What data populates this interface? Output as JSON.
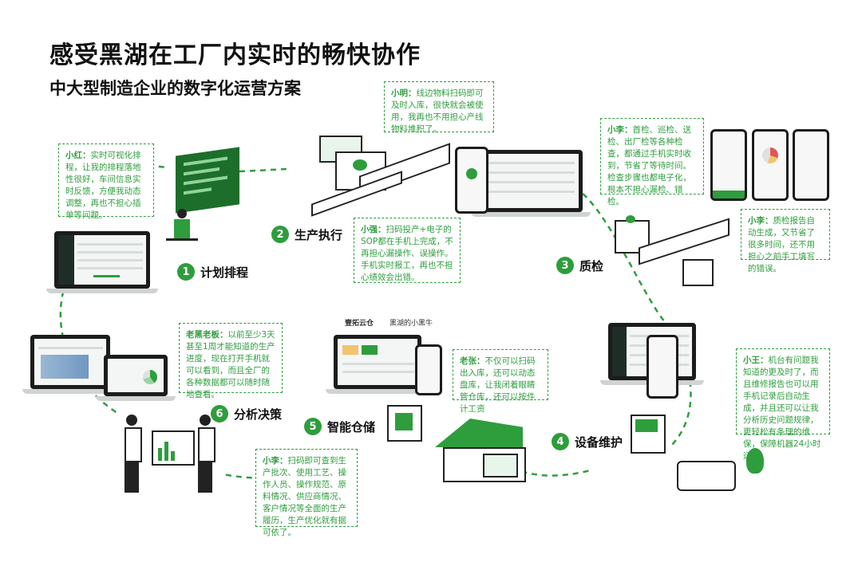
{
  "title": "感受黑湖在工厂内实时的畅快协作",
  "subtitle": "中大型制造企业的数字化运营方案",
  "steps": [
    {
      "num": "1",
      "label": "计划排程"
    },
    {
      "num": "2",
      "label": "生产执行"
    },
    {
      "num": "3",
      "label": "质检"
    },
    {
      "num": "4",
      "label": "设备维护"
    },
    {
      "num": "5",
      "label": "智能仓储"
    },
    {
      "num": "6",
      "label": "分析决策"
    }
  ],
  "bubbles": {
    "xiaohong": {
      "who": "小红：",
      "text": "实时可视化排程，让我的排程落地性很好，车间信息实时反馈，方便我动态调整，再也不担心插单等问题。"
    },
    "xiaoming": {
      "who": "小明：",
      "text": "线边物料扫码即可及时入库，很快就会被使用，我再也不用担心产线物料堆积了。"
    },
    "xiaoqiang": {
      "who": "小强：",
      "text": "扫码投产+电子的SOP都在手机上完成，不再担心漏操作、误操作。手机实时报工，再也不担心绩效会出错。"
    },
    "xiaoli_qc": {
      "who": "小李：",
      "text": "首检、巡检、送检、出厂检等各种检查，都通过手机实时收到，节省了等待时间。检查步骤也都电子化，根本不担心漏检、错检。"
    },
    "xiaoli_report": {
      "who": "小李：",
      "text": "质检报告自动生成，又节省了很多时间，还不用担心之前手工填写的错误。"
    },
    "xiaowang": {
      "who": "小王：",
      "text": "机台有问题我知道的更及时了，而且维修报告也可以用手机记录后自动生成，并且还可以让我分析历史问题规律，更轻松有条理的维保，保障机器24小时运转。"
    },
    "laozhang": {
      "who": "老张：",
      "text": "不仅可以扫码出入库，还可以动态盘库，让我闭着眼睛管仓库，还可以按件计工资"
    },
    "laohei": {
      "who": "老黑老板：",
      "text": "以前至少3天甚至1周才能知道的生产进度，现在打开手机就可以看到，而且全厂的各种数据都可以随时随地查看。"
    },
    "xiaoli_trace": {
      "who": "小李：",
      "text": "扫码即可查到生产批次、使用工艺、操作人员、操作规范、原料情况、供应商情况、客户情况等全面的生产履历，生产优化就有据可依了。"
    }
  },
  "brands": {
    "a": "壹拓云仓",
    "b": "黑湖的小黑牛"
  },
  "colors": {
    "accent": "#2e9d3c",
    "dashed": "#2f9e3f"
  }
}
